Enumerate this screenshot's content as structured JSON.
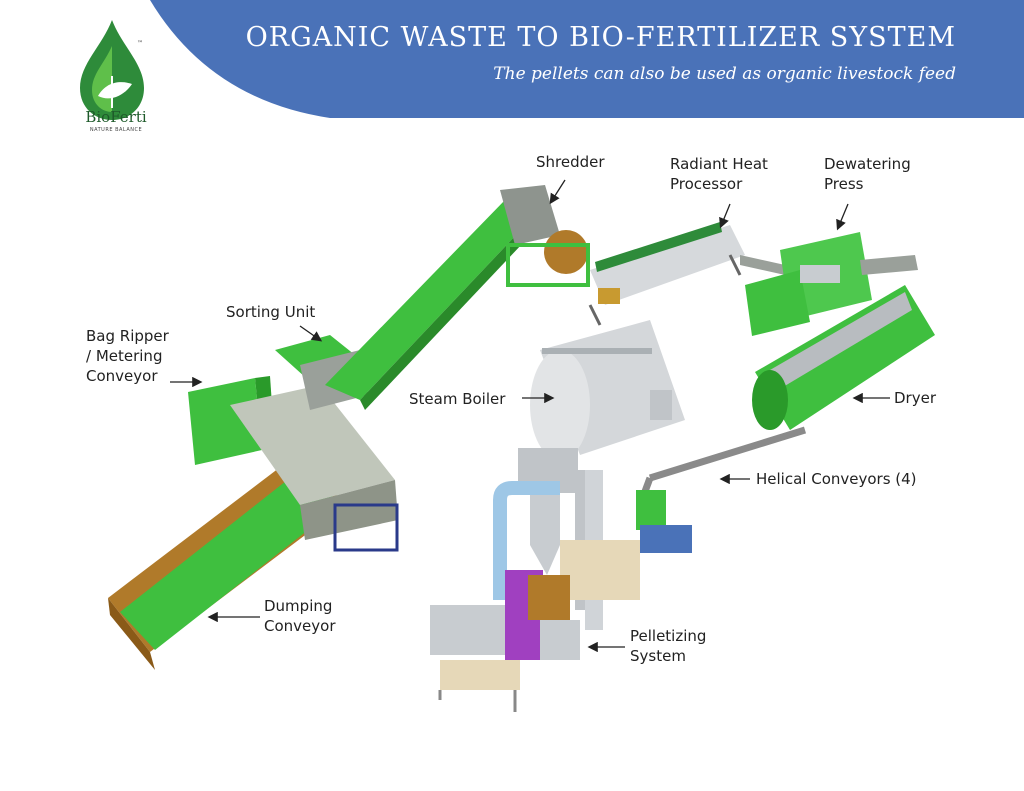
{
  "header": {
    "title": "ORGANIC WASTE TO BIO-FERTILIZER SYSTEM",
    "subtitle": "The pellets can also be used as organic livestock feed",
    "banner_color": "#4a72b8"
  },
  "logo": {
    "brand": "BioFerti",
    "tagline": "NATURE BALANCE",
    "trademark": "™",
    "icon": "leaf-drop-icon",
    "color": "#2e8b3a"
  },
  "labels": {
    "shredder": [
      "Shredder"
    ],
    "radiant_heat_processor": [
      "Radiant Heat",
      "Processor"
    ],
    "dewatering_press": [
      "Dewatering",
      "Press"
    ],
    "sorting_unit": [
      "Sorting Unit"
    ],
    "bag_ripper": [
      "Bag Ripper",
      "/ Metering",
      "Conveyor"
    ],
    "steam_boiler": [
      "Steam Boiler"
    ],
    "dryer": [
      "Dryer"
    ],
    "helical_conveyors": [
      "Helical Conveyors (4)"
    ],
    "dumping_conveyor": [
      "Dumping",
      "Conveyor"
    ],
    "pelletizing_system": [
      "Pelletizing",
      "System"
    ]
  },
  "colors": {
    "machine_green": "#3fbf3f",
    "steel_gray": "#c8ccd0",
    "conveyor_tan": "#b07a2a",
    "duct_blue": "#9ec7e6",
    "pellet_purple": "#a040c0"
  }
}
